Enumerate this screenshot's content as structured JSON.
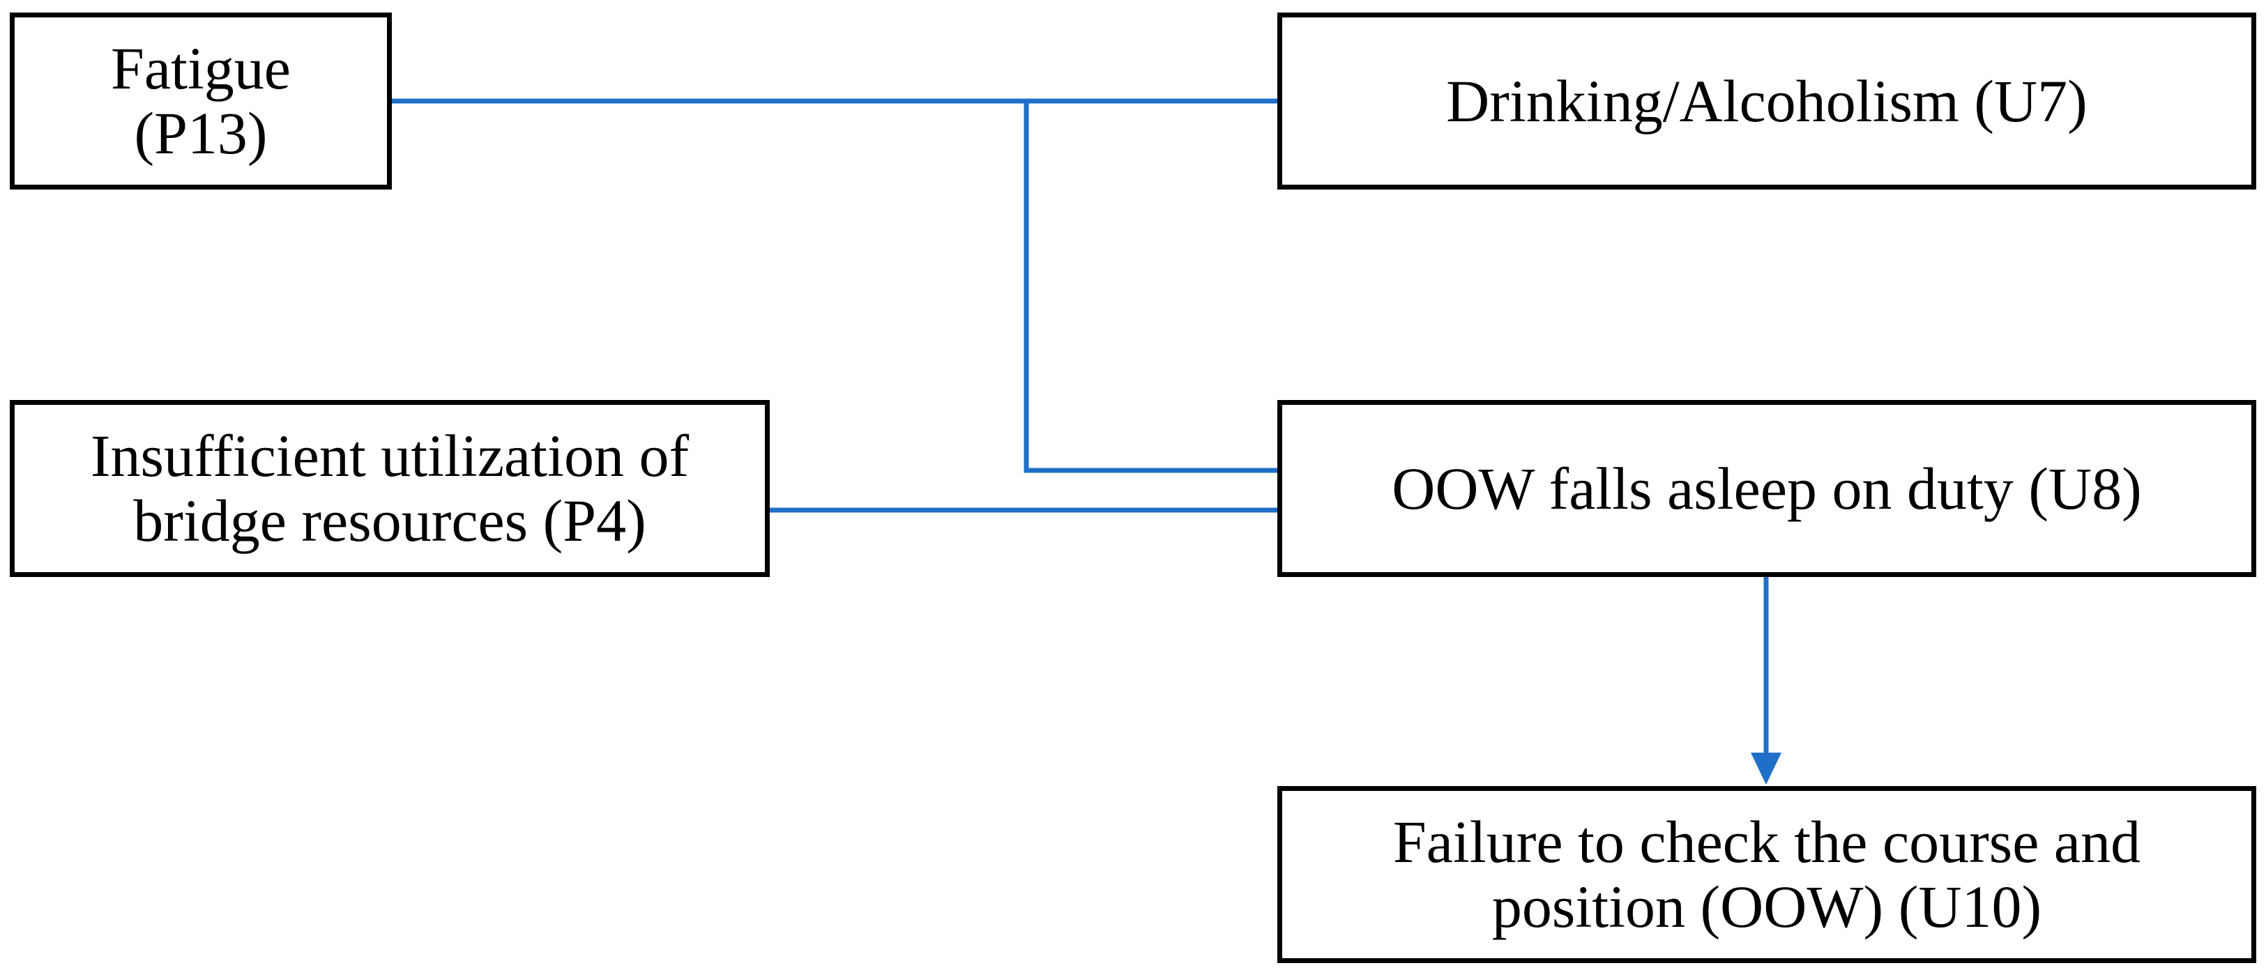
{
  "diagram": {
    "line_color": "#1f6fc9",
    "border_color": "#000000",
    "nodes": {
      "p13": {
        "label_line1": "Fatigue",
        "label_line2": "(P13)"
      },
      "p4": {
        "label_line1": "Insufficient utilization of",
        "label_line2": "bridge resources (P4)"
      },
      "u7": {
        "label": "Drinking/Alcoholism (U7)"
      },
      "u8": {
        "label": "OOW falls asleep on duty (U8)"
      },
      "u10": {
        "label_line1": "Failure to check the course and",
        "label_line2": "position (OOW) (U10)"
      }
    },
    "edges": [
      {
        "from": "Fatigue (P13)",
        "to": "Drinking/Alcoholism (U7)"
      },
      {
        "from": "Fatigue (P13)",
        "to": "OOW falls asleep on duty (U8)"
      },
      {
        "from": "Insufficient utilization of bridge resources (P4)",
        "to": "OOW falls asleep on duty (U8)"
      },
      {
        "from": "OOW falls asleep on duty (U8)",
        "to": "Failure to check the course and position (OOW) (U10)"
      }
    ]
  }
}
